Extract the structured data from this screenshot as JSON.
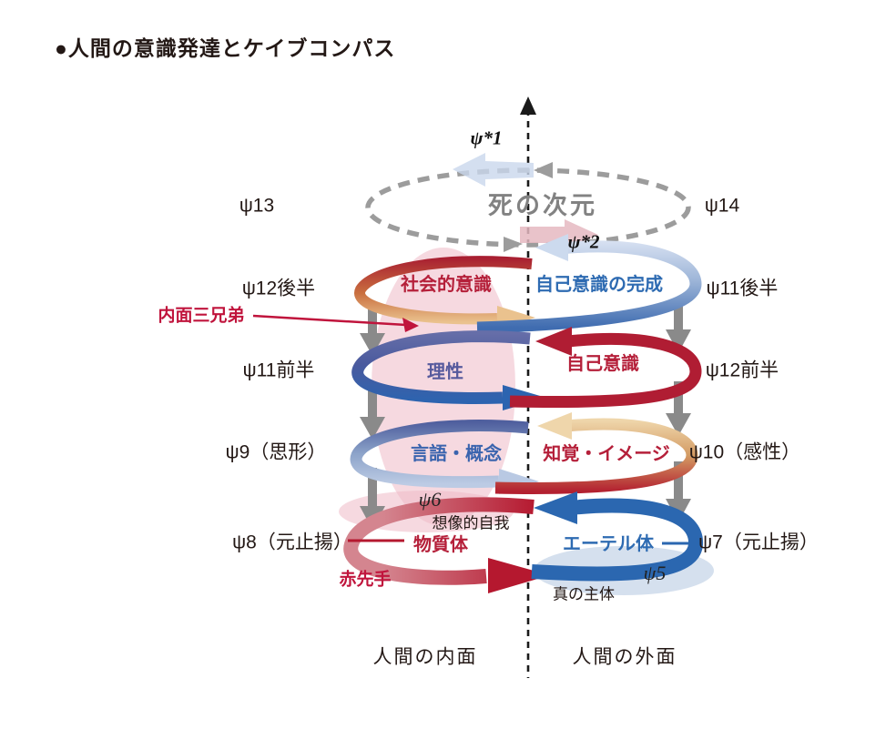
{
  "title": "●人間の意識発達とケイブコンパス",
  "axis_labels": {
    "psi_star1": "ψ*1",
    "psi_star2": "ψ*2"
  },
  "stage_labels_left": {
    "psi13": "ψ13",
    "psi12_late": "ψ12後半",
    "psi11_early": "ψ11前半",
    "psi9": "ψ9（思形）",
    "psi8": "ψ8（元止揚）"
  },
  "stage_labels_right": {
    "psi14": "ψ14",
    "psi11_late": "ψ11後半",
    "psi12_early": "ψ12前半",
    "psi10": "ψ10（感性）",
    "psi7": "ψ7（元止揚）"
  },
  "rings": {
    "death_dimension": "死の次元",
    "social_consciousness": "社会的意識",
    "self_consciousness_complete": "自己意識の完成",
    "reason": "理性",
    "self_consciousness": "自己意識",
    "language_concept": "言語・概念",
    "perception_image": "知覚・イメージ",
    "material_body": "物質体",
    "etheric_body": "エーテル体"
  },
  "annotations": {
    "inner_three_brothers": "内面三兄弟",
    "psi6": "ψ6",
    "imaginative_self": "想像的自我",
    "red_first_move": "赤先手",
    "psi5": "ψ5",
    "true_subject": "真の主体"
  },
  "footer": {
    "inner": "人間の内面",
    "outer": "人間の外面"
  },
  "colors": {
    "crimson": "#b5182f",
    "deep_blue": "#2b67b0",
    "slate_blue": "#4a5a9e",
    "pale_blue": "#b9c9e3",
    "tan": "#eac28e",
    "gray": "#8a8a8a",
    "pink_blob": "#eeb9c6",
    "light_blue_blob": "#b9cbe2"
  }
}
